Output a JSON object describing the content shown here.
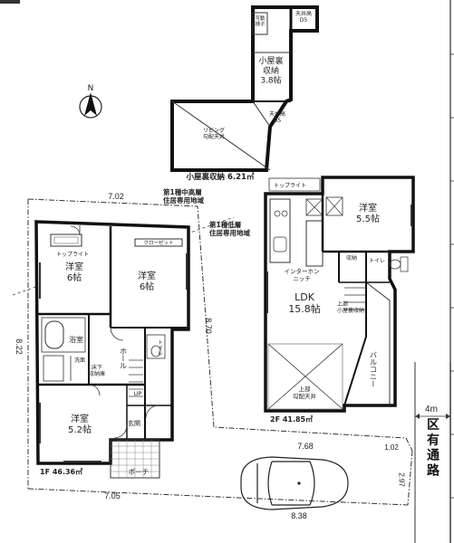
{
  "north": "N",
  "loft": {
    "storage_room": "小屋裏\n収納\n3.8帖",
    "hatch_left": "可動\n梯子",
    "ceiling_top": "天井高\nD5",
    "ceiling_mid": "天井高\nD5",
    "living_void": "リビング\n勾配天井",
    "caption": "小屋裏収納 6.21㎡"
  },
  "zoning": {
    "zone_mid_high": "第1種中高層\n住居専用地域",
    "zone_low": "第1種低層\n住居専用地域"
  },
  "floor1": {
    "west_room": "洋室\n6帖",
    "east_room": "洋室\n6帖",
    "south_room": "洋室\n5.2帖",
    "bath": "浴室",
    "closet": "クローゼット",
    "toplight": "トップライト",
    "hall": "ホール",
    "toilet": "トイレ",
    "under_storage": "床下\n収納庫",
    "entrance": "玄関",
    "wash": "洗面",
    "up": "UP",
    "porch": "ポーチ",
    "area": "1F 46.36㎡"
  },
  "floor2": {
    "ldk": "LDK\n15.8帖",
    "room": "洋室\n5.5帖",
    "balcony": "バルコニー",
    "storage": "収納",
    "toilet": "トイレ",
    "toplight": "トップライト",
    "niche": "インターホン\nニッチ",
    "loft_access": "上部\n小屋裏収納",
    "ceiling": "上部\n勾配天井",
    "area": "2F 41.85㎡"
  },
  "dimensions": {
    "top": "7.02",
    "left": "8.22",
    "bottom": "7.05",
    "middle": "8.70",
    "road_edge": "7.68",
    "frontage": "8.38",
    "corner": "1.02",
    "right": "2.97",
    "road_width": "4m"
  },
  "road_label": "区\n有\n通\n路"
}
